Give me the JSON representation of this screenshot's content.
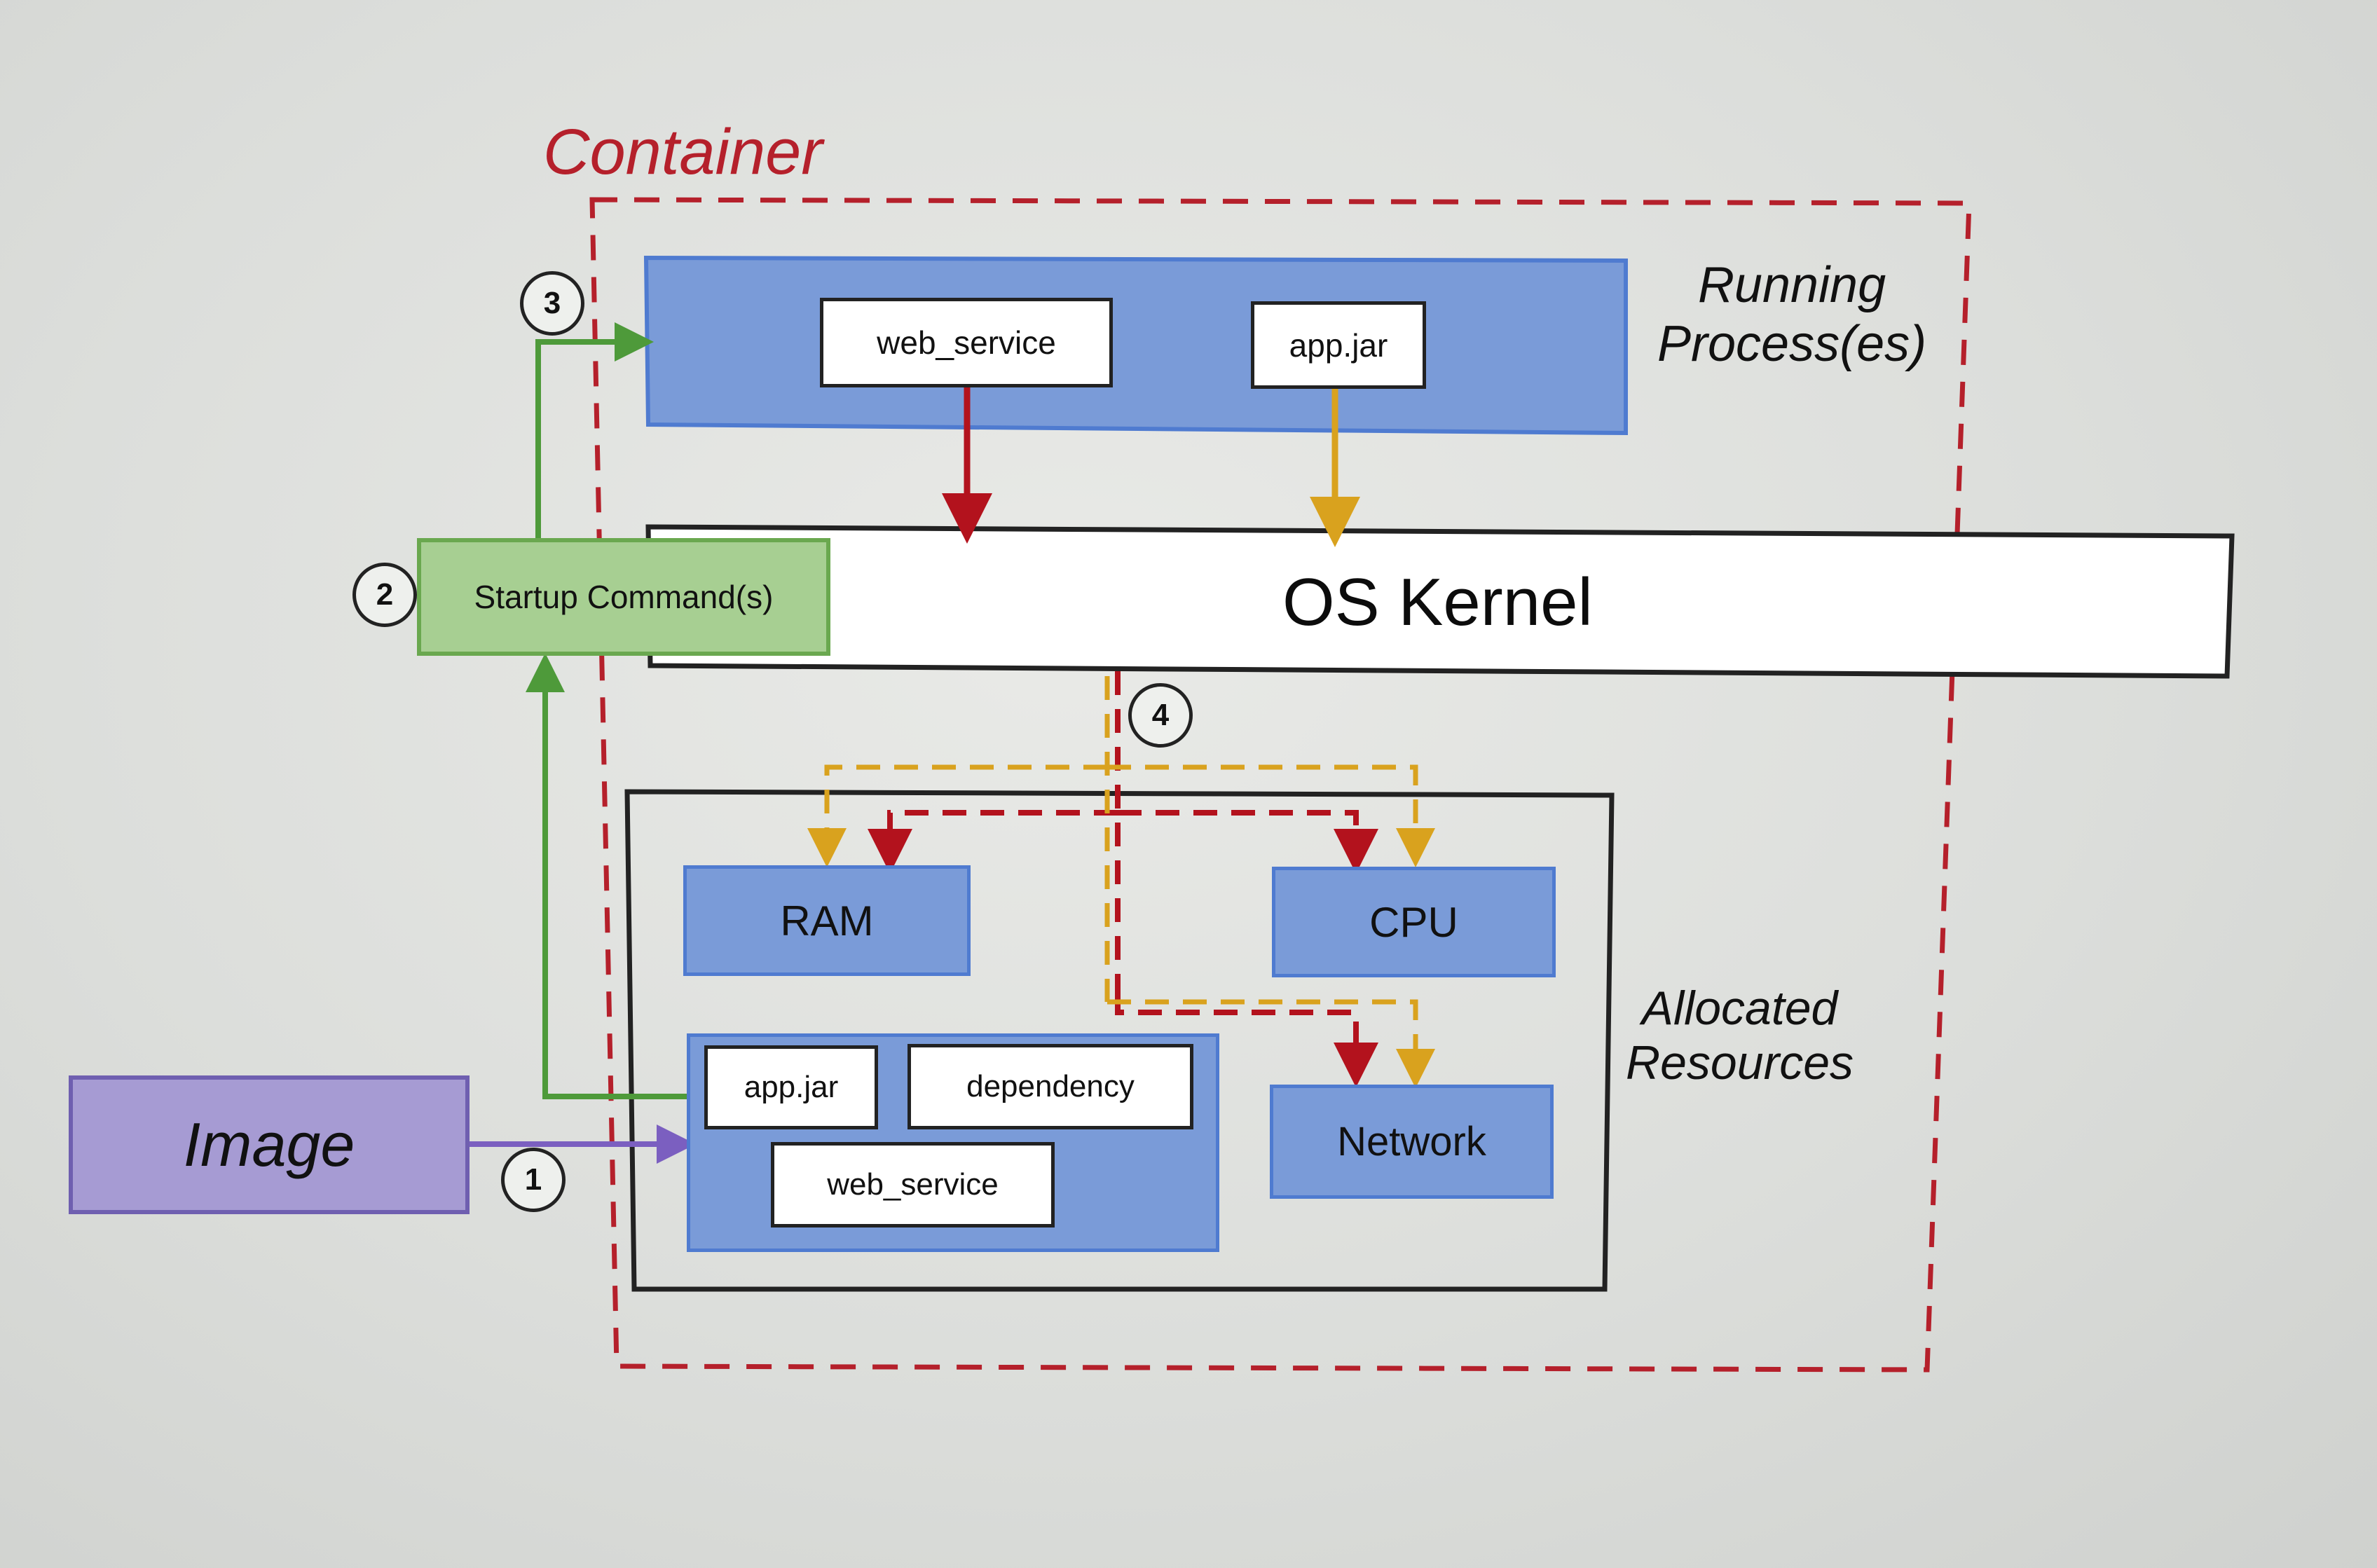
{
  "container_label": "Container",
  "running_label": [
    "Running",
    "Process(es)"
  ],
  "allocated_label": [
    "Allocated",
    "Resources"
  ],
  "kernel_label": "OS Kernel",
  "startup_label": "Startup Command(s)",
  "image_label": "Image",
  "process_items": {
    "web_service": "web_service",
    "app_jar": "app.jar"
  },
  "resources": {
    "ram": "RAM",
    "cpu": "CPU",
    "network": "Network"
  },
  "fs_items": {
    "app_jar": "app.jar",
    "dependency": "dependency",
    "web_service": "web_service"
  },
  "steps": [
    "1",
    "2",
    "3",
    "4"
  ],
  "colors": {
    "container": "#b5202b",
    "process_fill": "#7a9bd8",
    "process_border": "#4f7bd0",
    "startup_fill": "#a7cf92",
    "startup_border": "#6aa84f",
    "image_fill": "#a69bd3",
    "image_border": "#6f5fb0",
    "flow_green": "#4e9a3a",
    "flow_red": "#b3121d",
    "flow_yellow": "#d9a21e",
    "flow_purple": "#7b5fc0"
  }
}
